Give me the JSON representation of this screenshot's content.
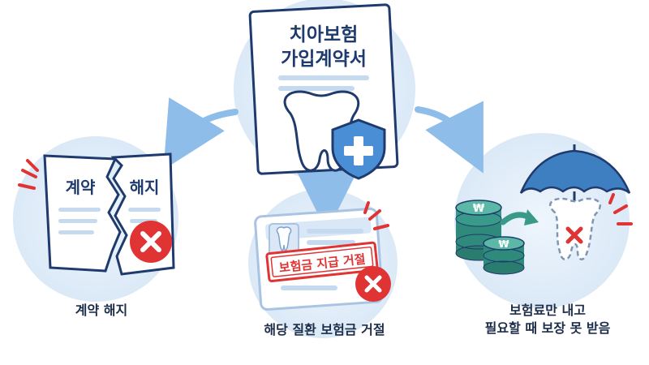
{
  "center": {
    "doc_title_line1": "치아보험",
    "doc_title_line2": "가입계약서"
  },
  "left": {
    "paper_left_text": "계약",
    "paper_right_text": "해지",
    "caption": "계약 해지"
  },
  "middle": {
    "stamp_text": "보험금 지급 거절",
    "caption": "해당 질환 보험금 거절"
  },
  "right": {
    "coin_symbol": "₩",
    "caption_line1": "보험료만 내고",
    "caption_line2": "필요할 때 보장 못 받음"
  },
  "colors": {
    "navy": "#1f3b6e",
    "light_blue_bg": "#e3eef9",
    "arrow_blue": "#7fb3e6",
    "red": "#e03434",
    "shield_blue": "#4a8fd6",
    "coin_green": "#3a9a8a",
    "umbrella_blue": "#3d7fc0"
  }
}
